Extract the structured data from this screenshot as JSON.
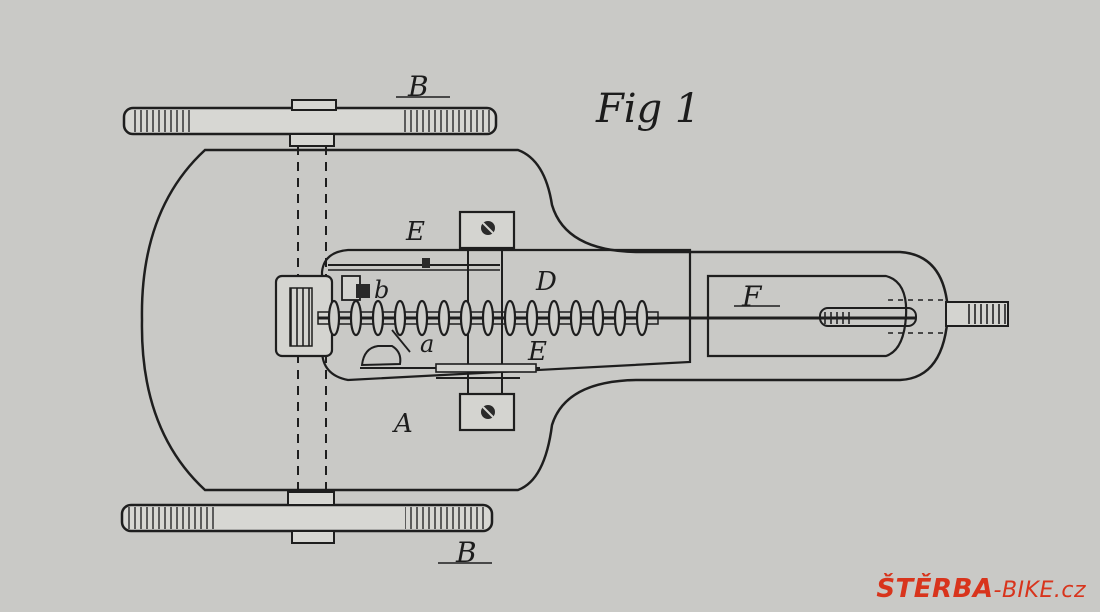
{
  "figure": {
    "title": "Fig 1",
    "labels": {
      "wheel_top": "B",
      "wheel_bottom": "B",
      "bracket_top": "E",
      "bracket_bottom": "E",
      "center": "D",
      "handle_slot": "F",
      "frame": "A",
      "part_small_a": "a",
      "part_small_b": "b"
    }
  },
  "watermark": {
    "brand": "ŠTĚRBA",
    "suffix": "-BIKE.cz",
    "color": "#d8341c"
  }
}
